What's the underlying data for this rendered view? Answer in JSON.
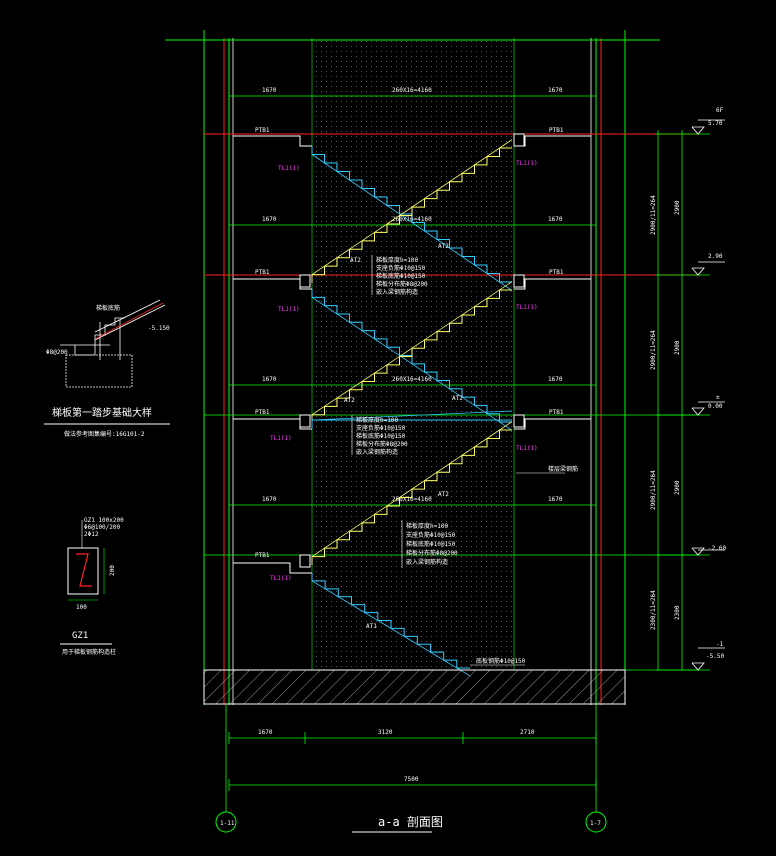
{
  "drawing_title": "a-a 剖面图",
  "axis_left": "1-11",
  "axis_right": "1-7",
  "top_dims": {
    "left": "1670",
    "middle": "260X16=4160",
    "right": "1670"
  },
  "bottom_dims": {
    "d1": "1670",
    "d2": "3120",
    "d3": "2710",
    "total": "7500"
  },
  "levels": {
    "l1": "5.70",
    "l2": "2.90",
    "l3": "0.00",
    "l4": "-2.60",
    "l5": "-5.50"
  },
  "level_labels": {
    "l1": "6F",
    "l3": "±",
    "l5": "-1"
  },
  "floor_heights": {
    "h1": "2900",
    "h2": "2900",
    "h3": "2900",
    "h4": "2300"
  },
  "step_notes": {
    "n1": "2900/11=264",
    "n2": "2900/11=264",
    "n3": "2900/11=264",
    "n4": "2300/11=264"
  },
  "platform_label": "PTB1",
  "beam_label": "TL1(1)",
  "slab_label": "AT2",
  "slab_label_2": "AT1",
  "stair_notes": {
    "line1": "梯板厚度h=100",
    "line2": "支座负筋Φ10@150",
    "line3": "梯板底筋Φ10@150",
    "line4": "梯板分布筋Φ8@200",
    "line5": "嵌入梁钢筋构造"
  },
  "side_note": "楼层梁钢筋",
  "base_note": "底板钢筋Φ10@150",
  "detail": {
    "title": "梯板第一踏步基础大样",
    "subtitle": "做法参考图集编号:16G101-2",
    "label_a": "梯板底筋",
    "label_b": "-5.150",
    "label_c": "Φ8@200"
  },
  "gz": {
    "title": "GZ1",
    "spec1": "GZ1 100x200",
    "spec2": "Φ6@100/200",
    "spec3": "2Φ12",
    "dim_w": "100",
    "dim_h": "200",
    "note": "用于梯板钢筋构造柱"
  }
}
